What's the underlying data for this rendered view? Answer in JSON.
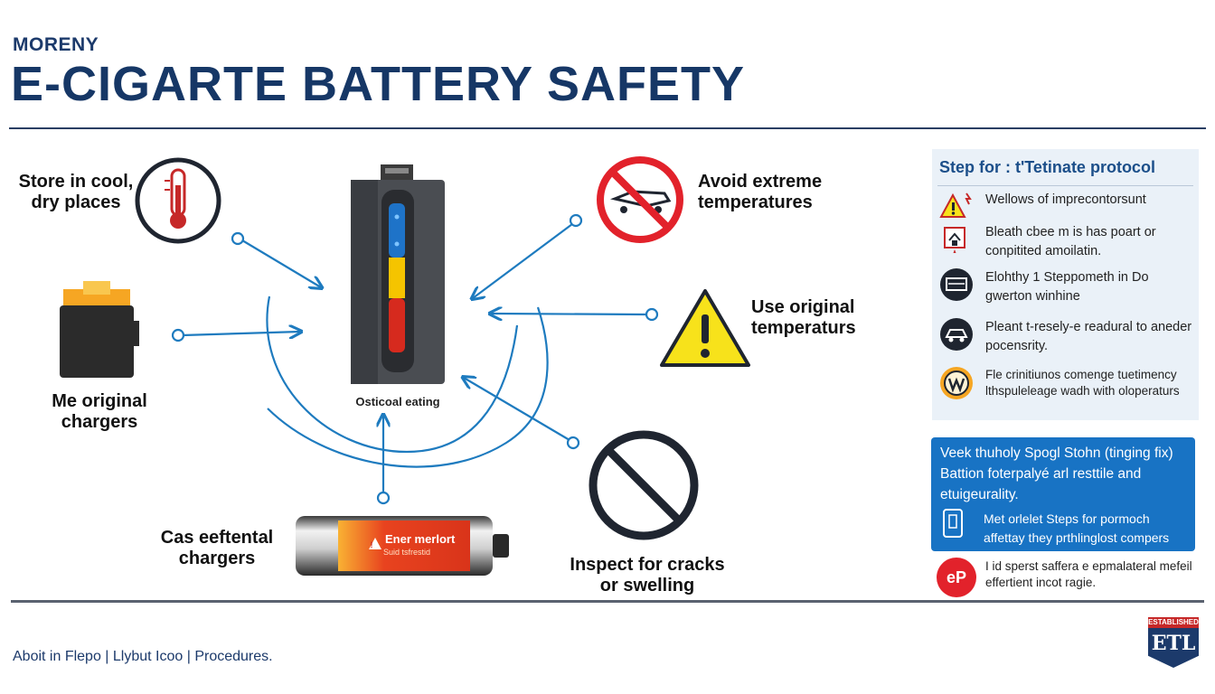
{
  "header": {
    "brand": "MORENY",
    "title": "E-CIGARTE BATTERY SAFETY"
  },
  "diagram": {
    "labels": {
      "store": "Store in cool, dry places",
      "original_chargers": "Me original chargers",
      "external_chargers": "Cas eeftental chargers",
      "avoid": "Avoid extreme temperatures",
      "use_original": "Use original temperaturs",
      "inspect": "Inspect for cracks or swelling"
    },
    "battery_caption": "Osticoal eating",
    "cell_label_1": "Ener merlort",
    "cell_label_2": "Suid tsfrestid"
  },
  "protocol": {
    "title": "Step for : t'Tetinate protocol",
    "items": [
      {
        "icon": "warning-icon",
        "text": "Wellows of imprecontorsunt"
      },
      {
        "icon": "house-icon",
        "text": "Bleath cbee m is has poart or conpitited amoilatin."
      },
      {
        "icon": "monitor-icon",
        "text": "Elohthy 1 Steppometh in Do gwerton winhine"
      },
      {
        "icon": "vehicle-icon",
        "text": "Pleant t-resely-e readural to aneder pocensrity."
      },
      {
        "icon": "wifi-badge-icon",
        "text": "Fle crinitiunos comenge tuetimency lthspuleleage wadh with oloperaturs"
      }
    ]
  },
  "callout": {
    "heading": "Veek thuholy Spogl Stohn (tinging fix) Battion foterpalyé arl resttile and etuigeurality.",
    "sub": "Met orlelet Steps for pormoch affettay they prthlinglost compers"
  },
  "note": {
    "badge": "eP",
    "text": "I id sperst saffera e epmalateral mefeil effertient incot ragie."
  },
  "footer": {
    "text": "Aboit in Flepo | Llybut Icoo | Procedures."
  },
  "logo": {
    "top": "ESTABLISHED",
    "mark": "ETL"
  },
  "colors": {
    "navy": "#163766",
    "accent_blue": "#1873c4",
    "arrow_blue": "#1e7bbf",
    "danger_red": "#e2222b",
    "warning_yellow": "#f7e21b"
  }
}
